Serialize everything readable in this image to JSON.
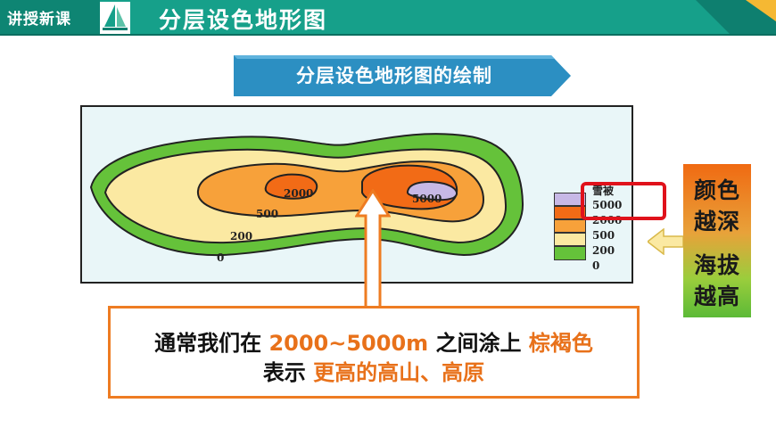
{
  "header": {
    "tag": "讲授新课",
    "title": "分层设色地形图",
    "colors": {
      "bar": "#16a08a",
      "bar_dark": "#0e7f6f",
      "accent": "#f5b833"
    }
  },
  "banner": {
    "text": "分层设色地形图的绘制",
    "color": "#2c8fc2"
  },
  "map": {
    "contour_labels": [
      "2000",
      "500",
      "200",
      "0",
      "5000"
    ]
  },
  "legend": {
    "items": [
      {
        "label": "雪被",
        "color": "#c7b8e6"
      },
      {
        "label": "5000",
        "color": "#f26b16"
      },
      {
        "label": "2000",
        "color": "#f7a13a"
      },
      {
        "label": "500",
        "color": "#fbe9a2"
      },
      {
        "label": "200",
        "color": "#65c23a"
      },
      {
        "label": "0",
        "color": ""
      }
    ]
  },
  "side_box": {
    "line1": "颜色",
    "line2": "越深",
    "line3": "海拔",
    "line4": "越高"
  },
  "callout": {
    "line1_a": "通常我们在 ",
    "line1_b": "2000~5000m",
    "line1_c": " 之间涂上 ",
    "line1_d": "棕褐色",
    "line2_a": "表示 ",
    "line2_b": "更高的高山、高原"
  }
}
